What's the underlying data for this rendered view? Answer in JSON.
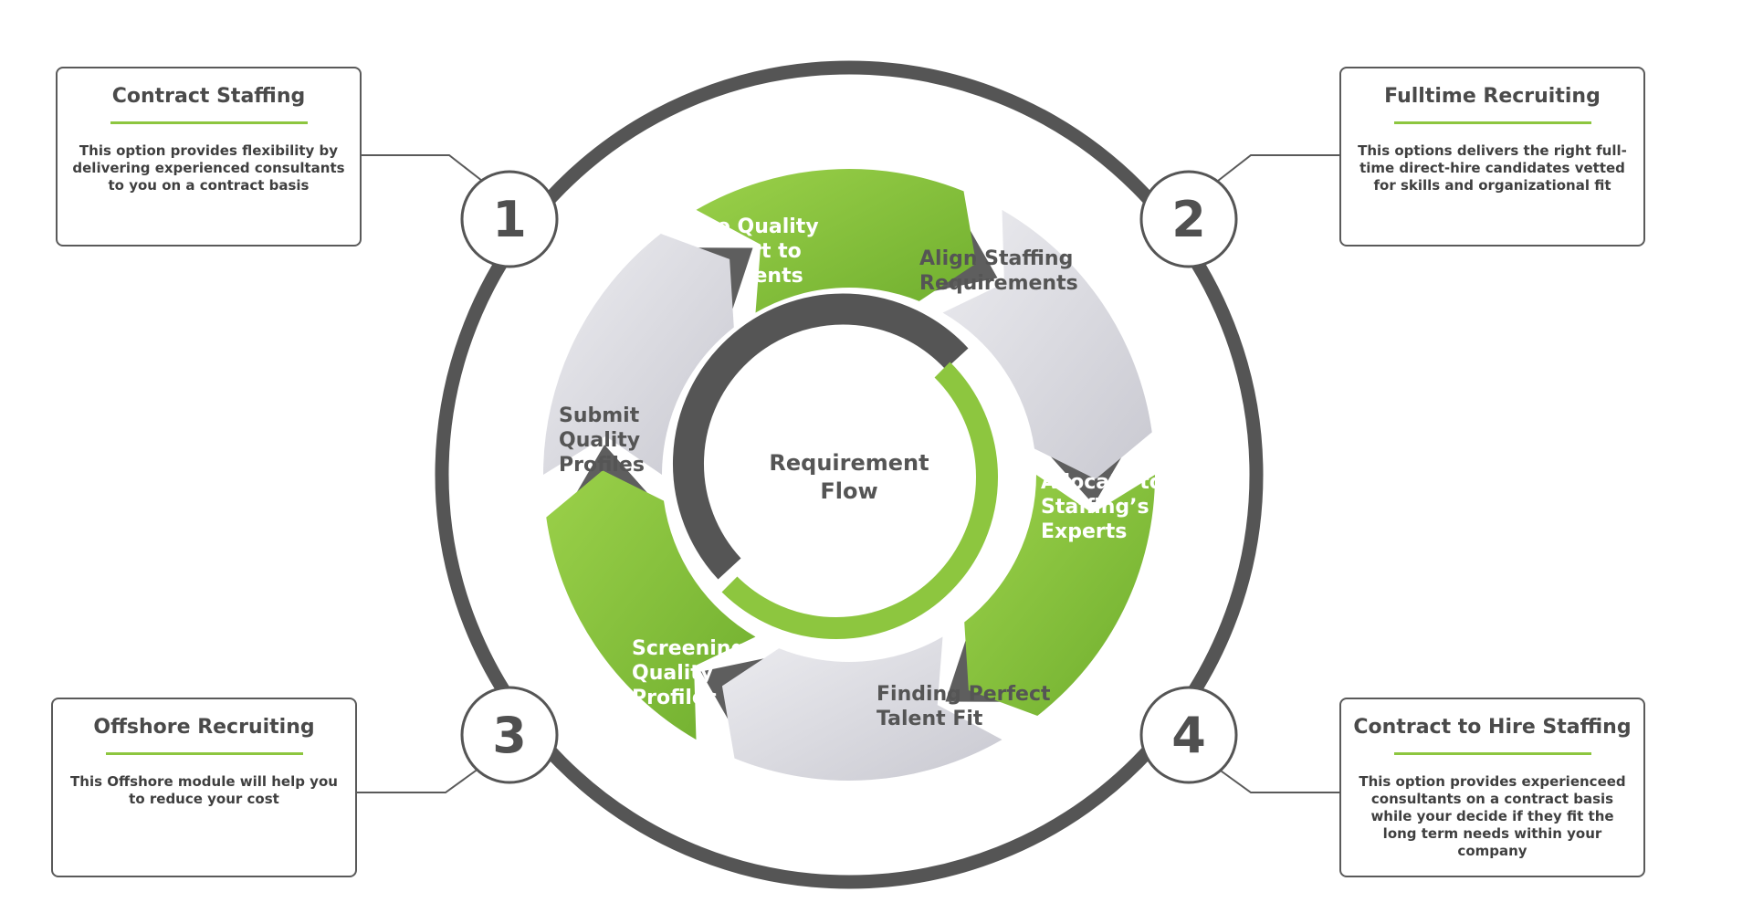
{
  "cards": [
    {
      "number": "1",
      "title": "Contract Staffing",
      "description": "This option provides flexibility by delivering experienced consultants to you on a contract basis"
    },
    {
      "number": "2",
      "title": "Fulltime Recruiting",
      "description": "This options delivers the right full-time direct-hire candidates vetted for skills and organizational fit"
    },
    {
      "number": "3",
      "title": "Offshore Recruiting",
      "description": "This Offshore module will help you to reduce your cost"
    },
    {
      "number": "4",
      "title": "Contract to Hire Staffing",
      "description": "This option provides experienceed consultants on a contract basis while your decide if they fit the long term needs within your company"
    }
  ],
  "center": {
    "line1": "Requirement",
    "line2": "Flow"
  },
  "steps": [
    {
      "lines": [
        "Give Quality",
        "Support to",
        "our Clients"
      ],
      "tone": "green"
    },
    {
      "lines": [
        "Align Staffing",
        "Requirements"
      ],
      "tone": "gray"
    },
    {
      "lines": [
        "Allocate to",
        "Staffing’s",
        "Experts"
      ],
      "tone": "green"
    },
    {
      "lines": [
        "Finding Perfect",
        "Talent Fit"
      ],
      "tone": "gray"
    },
    {
      "lines": [
        "Screening",
        "Quality",
        "Profiles"
      ],
      "tone": "green"
    },
    {
      "lines": [
        "Submit",
        "Quality",
        "Profiles"
      ],
      "tone": "gray"
    }
  ],
  "colors": {
    "green": "#8dc63f",
    "green_dark": "#6fae2e",
    "gray_segment": "#d9d9e0",
    "dark_ring": "#555555",
    "text_on_green": "#ffffff",
    "text_on_gray": "#555555"
  }
}
